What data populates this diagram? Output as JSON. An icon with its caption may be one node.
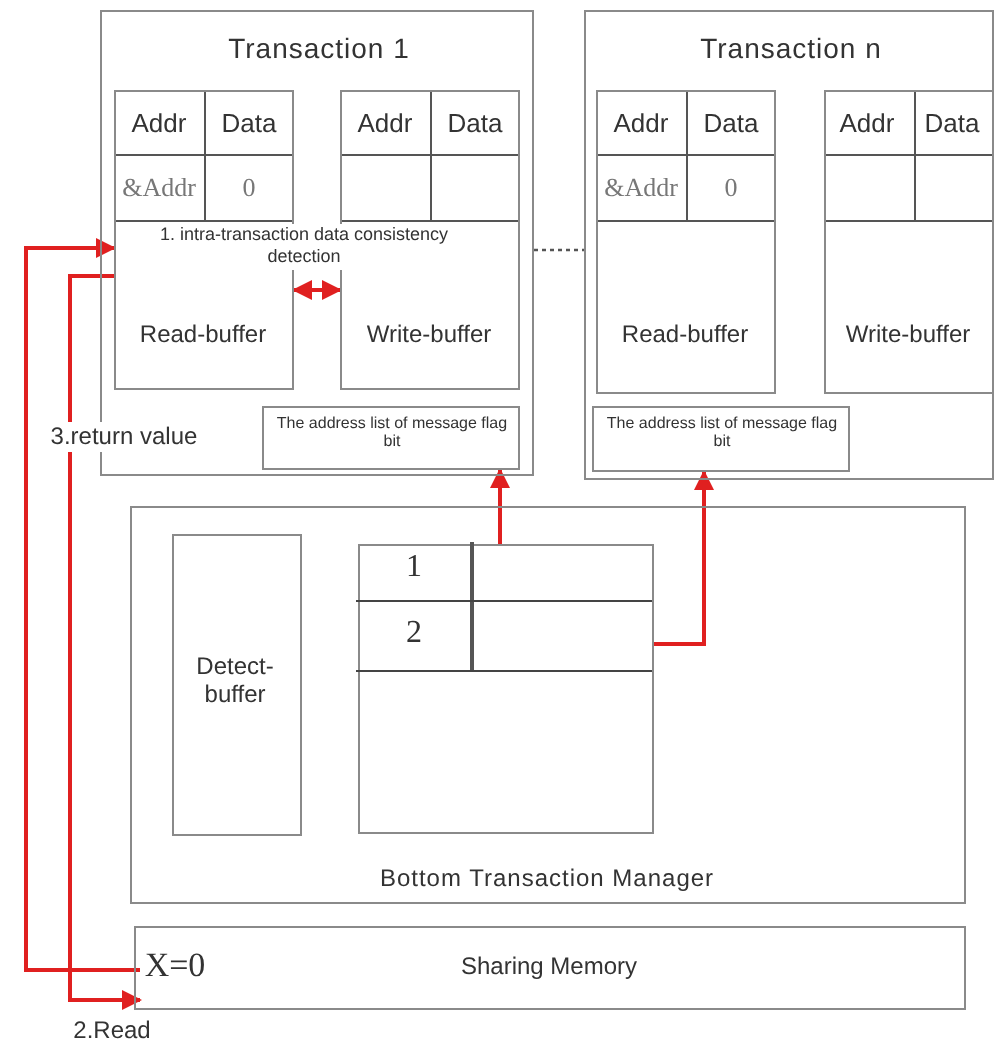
{
  "diagram": {
    "nodes": [
      {
        "text": [
          "Transaction 1"
        ]
      },
      {
        "text": [
          "Read-buffer"
        ],
        "in": 0
      },
      {
        "text": [
          "Write-buffer"
        ],
        "in": 0
      },
      {
        "text": [
          "The address list of message flag bit"
        ],
        "in": 0
      },
      {
        "text": [
          "Transaction n"
        ]
      },
      {
        "text": [
          "Read-buffer"
        ],
        "in": 4
      },
      {
        "text": [
          "Write-buffer"
        ],
        "in": 4
      },
      {
        "text": [
          "The address list of message flag bit"
        ],
        "in": 4
      },
      {
        "text": [
          "Bottom Transaction Manager"
        ]
      },
      {
        "text": [
          "Detect-buffer"
        ],
        "in": 8
      },
      {
        "text": [],
        "shape": "box",
        "in": 8
      },
      {
        "text": [
          "1"
        ],
        "in": 10
      },
      {
        "text": [
          "2"
        ],
        "in": 10
      },
      {
        "text": [
          "Sharing Memory"
        ]
      },
      {
        "text": [
          "X=0"
        ],
        "in": 13
      }
    ],
    "edges": [
      {
        "from": 1,
        "to": 2,
        "arrow": "both",
        "label": "1. intra-transaction data consistency detection"
      },
      {
        "from": 0,
        "to": 4,
        "arrow": "none",
        "style": "dashed",
        "color": "#555555"
      },
      {
        "from": 11,
        "to": 3,
        "arrow": "to"
      },
      {
        "from": 12,
        "to": 7,
        "arrow": "to"
      },
      {
        "from": 1,
        "to": 14,
        "arrow": "to",
        "label": "2.Read"
      },
      {
        "from": 14,
        "to": 1,
        "arrow": "to",
        "label": "3.return value"
      }
    ],
    "labels": [
      "Addr",
      "Data",
      "&Addr",
      "0",
      "Addr",
      "Data",
      "Addr",
      "Data",
      "&Addr",
      "0",
      "Addr",
      "Data"
    ]
  }
}
